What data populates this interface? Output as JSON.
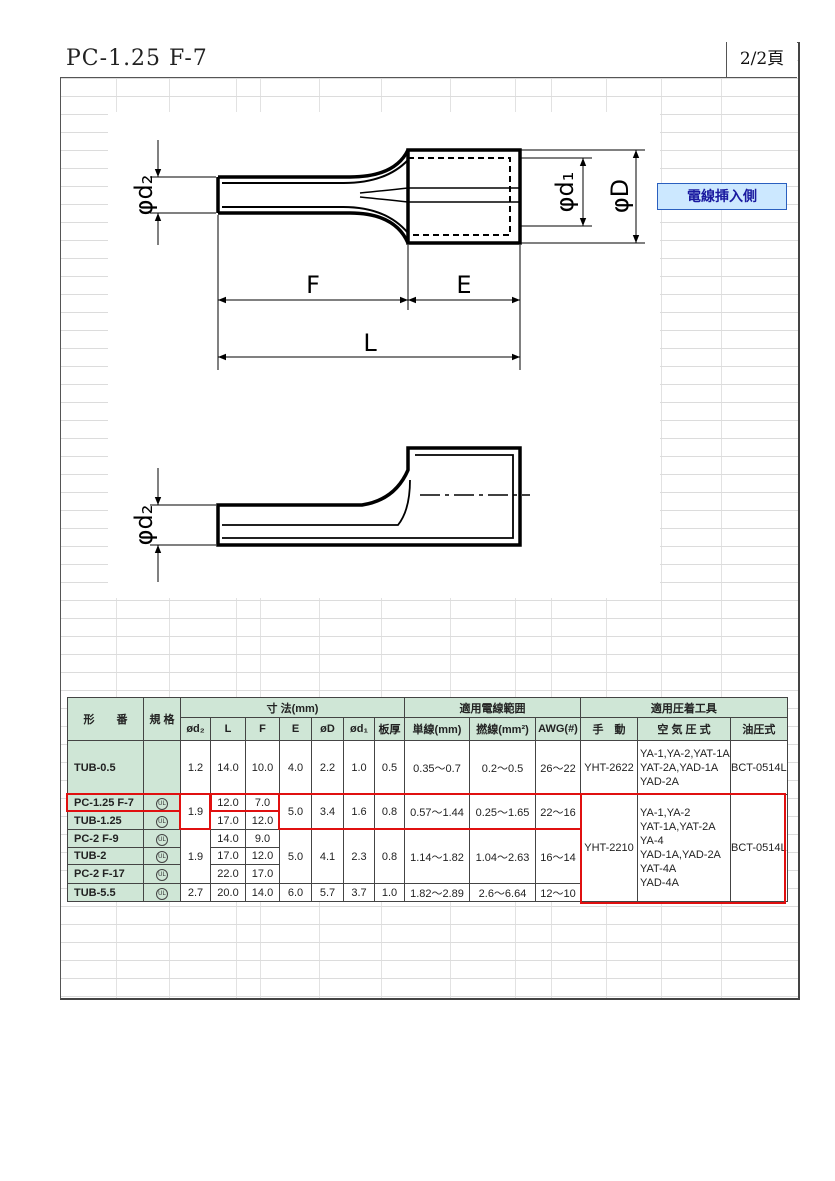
{
  "header": {
    "title": "PC-1.25 F-7",
    "page": "2/2頁"
  },
  "drawing": {
    "labels": {
      "d2": "φd₂",
      "d1": "φd₁",
      "D": "φD",
      "F": "F",
      "E": "E",
      "L": "L",
      "d2_side": "φd₂"
    },
    "insert_side_label": "電線挿入側"
  },
  "table": {
    "headers": {
      "model": "形　　番",
      "standard": "規 格",
      "dimensions": "寸 法(mm)",
      "wire_range": "適用電線範囲",
      "tools": "適用圧着工具",
      "d2": "ød₂",
      "L": "L",
      "F": "F",
      "E": "E",
      "D": "øD",
      "d1": "ød₁",
      "thickness": "板厚",
      "solid": "単線(mm)",
      "stranded": "撚線(mm²)",
      "awg": "AWG(#)",
      "manual": "手　動",
      "pneumatic": "空 気 圧 式",
      "hydraulic": "油圧式"
    },
    "ul_mark": "UL",
    "rows": [
      {
        "model": "TUB-0.5",
        "d2": "1.2",
        "L": "14.0",
        "F": "10.0",
        "E": "4.0",
        "D": "2.2",
        "d1": "1.0",
        "t": "0.5",
        "solid": "0.35〜0.7",
        "stranded": "0.2〜0.5",
        "awg": "26〜22",
        "manual": "YHT-2622",
        "pneumatic": [
          "YA-1,YA-2,YAT-1A",
          "YAT-2A,YAD-1A",
          "YAD-2A"
        ],
        "hydraulic": "BCT-0514L"
      },
      {
        "model": "PC-1.25 F-7",
        "L": "12.0",
        "F": "7.0"
      },
      {
        "model": "TUB-1.25",
        "L": "17.0",
        "F": "12.0"
      },
      {
        "model": "PC-2 F-9",
        "L": "14.0",
        "F": "9.0"
      },
      {
        "model": "TUB-2",
        "L": "17.0",
        "F": "12.0"
      },
      {
        "model": "PC-2 F-17",
        "L": "22.0",
        "F": "17.0"
      },
      {
        "model": "TUB-5.5",
        "d2": "2.7",
        "L": "20.0",
        "F": "14.0",
        "E": "6.0",
        "D": "5.7",
        "d1": "3.7",
        "t": "1.0",
        "solid": "1.82〜2.89",
        "stranded": "2.6〜6.64",
        "awg": "12〜10"
      }
    ],
    "group_125": {
      "d2": "1.9",
      "E": "5.0",
      "D": "3.4",
      "d1": "1.6",
      "t": "0.8",
      "solid": "0.57〜1.44",
      "stranded": "0.25〜1.65",
      "awg": "22〜16"
    },
    "group_2": {
      "d2": "1.9",
      "E": "5.0",
      "D": "4.1",
      "d1": "2.3",
      "t": "0.8",
      "solid": "1.14〜1.82",
      "stranded": "1.04〜2.63",
      "awg": "16〜14"
    },
    "tools_shared": {
      "manual": "YHT-2210",
      "pneumatic": [
        "YA-1,YA-2",
        "YAT-1A,YAT-2A",
        "YA-4",
        "YAD-1A,YAD-2A",
        "YAT-4A",
        "YAD-4A"
      ],
      "hydraulic": "BCT-0514L"
    }
  },
  "colors": {
    "header_bg": "#cfe6d6",
    "highlight": "#e01010",
    "insert_bg": "#cce8ff"
  }
}
